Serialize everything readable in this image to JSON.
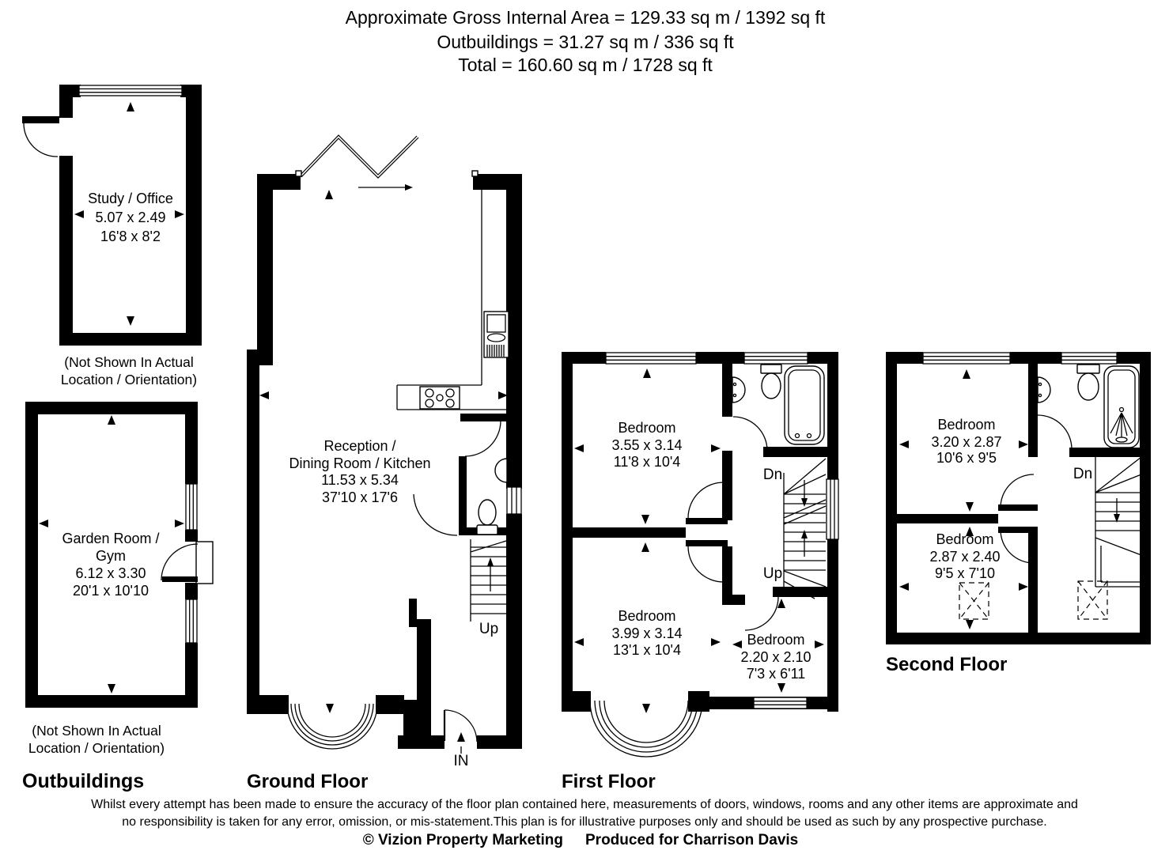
{
  "header": {
    "line1": "Approximate Gross Internal Area = 129.33 sq m / 1392 sq ft",
    "line2": "Outbuildings = 31.27 sq m / 336 sq ft",
    "line3": "Total = 160.60 sq m / 1728 sq ft"
  },
  "outbuildings_section": {
    "title": "Outbuildings",
    "study_office": {
      "name": "Study / Office",
      "size_metric": "5.07 x 2.49",
      "size_imperial": "16'8 x 8'2",
      "note_line1": "(Not Shown In Actual",
      "note_line2": "Location / Orientation)"
    },
    "garden_room": {
      "name_line1": "Garden Room /",
      "name_line2": "Gym",
      "size_metric": "6.12 x 3.30",
      "size_imperial": "20'1 x 10'10",
      "note_line1": "(Not Shown In Actual",
      "note_line2": "Location / Orientation)"
    }
  },
  "ground_floor": {
    "title": "Ground Floor",
    "reception": {
      "name_line1": "Reception /",
      "name_line2": "Dining Room / Kitchen",
      "size_metric": "11.53 x 5.34",
      "size_imperial": "37'10 x 17'6"
    },
    "stairs_label": "Up",
    "entrance_label": "IN"
  },
  "first_floor": {
    "title": "First Floor",
    "bedroom_1": {
      "name": "Bedroom",
      "size_metric": "3.55 x 3.14",
      "size_imperial": "11'8 x 10'4"
    },
    "bedroom_2": {
      "name": "Bedroom",
      "size_metric": "3.99 x 3.14",
      "size_imperial": "13'1 x 10'4"
    },
    "bedroom_3": {
      "name": "Bedroom",
      "size_metric": "2.20 x 2.10",
      "size_imperial": "7'3 x 6'11"
    },
    "stairs_down_label": "Dn",
    "stairs_up_label": "Up"
  },
  "second_floor": {
    "title": "Second Floor",
    "bedroom_1": {
      "name": "Bedroom",
      "size_metric": "3.20 x 2.87",
      "size_imperial": "10'6 x 9'5"
    },
    "bedroom_2": {
      "name": "Bedroom",
      "size_metric": "2.87 x 2.40",
      "size_imperial": "9'5 x 7'10"
    },
    "stairs_down_label": "Dn"
  },
  "footer": {
    "disclaimer_line1": "Whilst every attempt has been made to ensure the accuracy of the floor plan contained here, measurements of doors, windows, rooms and any other items are approximate and",
    "disclaimer_line2": "no responsibility is taken for any error, omission, or mis-statement.This plan is for illustrative purposes only and should be used as such by any prospective purchase.",
    "copyright": "© Vizion Property Marketing",
    "produced_for": "Produced for Charrison Davis"
  },
  "colors": {
    "wall": "#000000",
    "background": "#ffffff",
    "line": "#000000"
  }
}
